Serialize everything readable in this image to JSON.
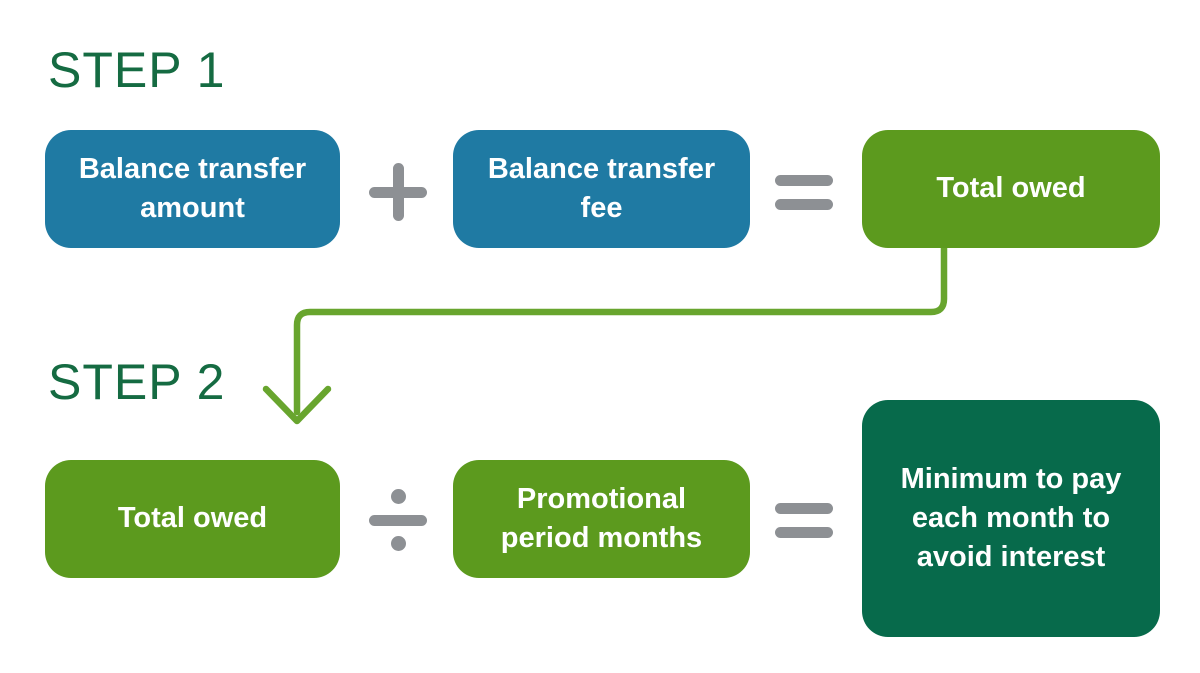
{
  "diagram": {
    "step1": {
      "heading": "STEP 1",
      "box_amount_label": "Balance transfer amount",
      "operator_plus": "+",
      "box_fee_label": "Balance transfer fee",
      "operator_equals": "=",
      "box_total_label": "Total owed"
    },
    "step2": {
      "heading": "STEP 2",
      "box_total_label": "Total owed",
      "operator_divide": "÷",
      "box_period_label": "Promotional period months",
      "operator_equals": "=",
      "box_result_label": "Minimum to pay each month to avoid interest"
    },
    "icons": {
      "plus": "plus-icon",
      "equals": "equals-icon",
      "divide": "divide-icon",
      "flow_arrow": "down-left-arrow-icon"
    },
    "colors": {
      "background": "#ffffff",
      "blue_box": "#1f7aa3",
      "green_box": "#5c9a1e",
      "dark_green_box": "#076a4b",
      "heading_green": "#156b42",
      "operator_gray": "#8d9094",
      "connector_green": "#68a52e",
      "box_text": "#ffffff"
    }
  }
}
